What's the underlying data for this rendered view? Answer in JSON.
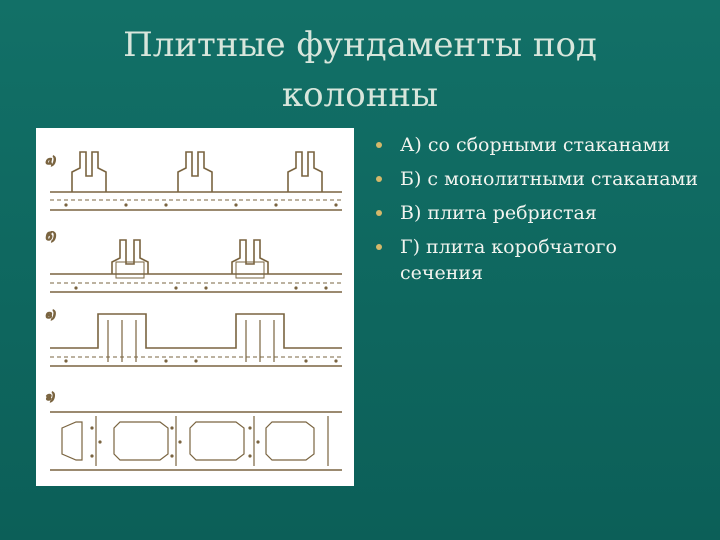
{
  "slide": {
    "title_line1": "Плитные фундаменты под",
    "title_line2": "колонны",
    "bullets": [
      {
        "label": "А) со сборными стаканами"
      },
      {
        "label": "Б) с монолитными стаканами"
      },
      {
        "label": "В) плита ребристая"
      },
      {
        "label": "Г) плита коробчатого сечения"
      }
    ],
    "figure": {
      "labels": [
        "а)",
        "б)",
        "в)",
        "г)"
      ]
    }
  },
  "colors": {
    "background": "#0f6b63",
    "title": "#d8e6dc",
    "bullet_text": "#f2f4ef",
    "bullet_marker": "#d4b86a",
    "drawing_ink": "#7a6440"
  }
}
